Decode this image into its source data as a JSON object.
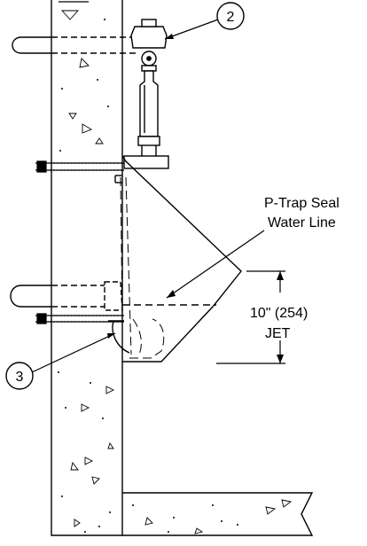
{
  "callouts": {
    "top": "2",
    "bottom": "3"
  },
  "labels": {
    "seal_line_1": "P-Trap Seal",
    "seal_line_2": "Water Line",
    "dimension_value": "10\" (254)",
    "dimension_word": "JET"
  }
}
